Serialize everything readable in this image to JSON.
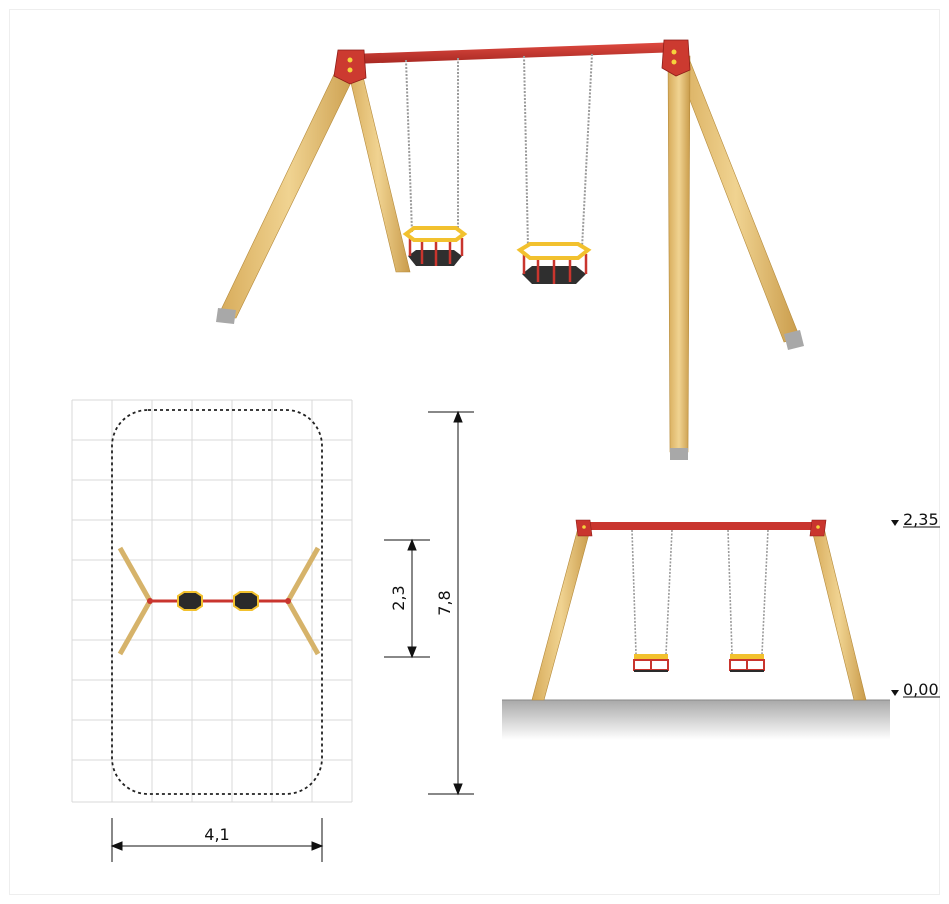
{
  "plan": {
    "width": "4,1",
    "length": "7,8",
    "fall_zone": "2,3"
  },
  "elevation": {
    "top_level": "2,35",
    "ground_level": "0,00"
  },
  "colors": {
    "wood": "#e3bf72",
    "wood_dark": "#c99f4e",
    "steel": "#c9352e",
    "steel_dark": "#9e2420",
    "seat_yellow": "#f2c12e",
    "seat_black": "#2a2a2a",
    "grid": "#d9d9d9",
    "ground_top": "#b8b8b8",
    "ground_bottom": "#ffffff"
  }
}
